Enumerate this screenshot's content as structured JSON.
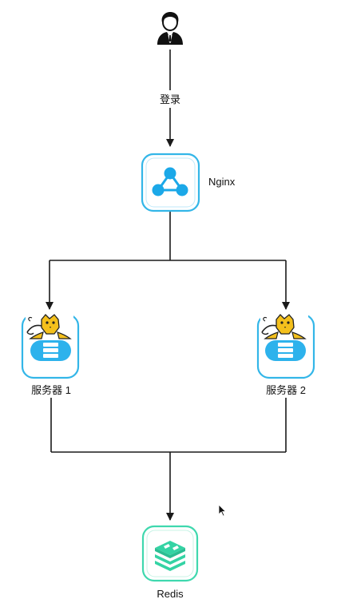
{
  "diagram": {
    "nodes": {
      "user": {
        "icon": "user-icon"
      },
      "nginx": {
        "label": "Nginx",
        "icon": "nginx-share-icon"
      },
      "server1": {
        "label": "服务器 1",
        "icon": "tomcat-server-icon"
      },
      "server2": {
        "label": "服务器 2",
        "icon": "tomcat-server-icon"
      },
      "redis": {
        "label": "Redis",
        "icon": "redis-stack-icon"
      }
    },
    "edges": [
      {
        "from": "user",
        "to": "nginx",
        "label": "登录"
      },
      {
        "from": "nginx",
        "to": "server1",
        "label": ""
      },
      {
        "from": "nginx",
        "to": "server2",
        "label": ""
      },
      {
        "from": "server1",
        "to": "redis",
        "label": ""
      },
      {
        "from": "server2",
        "to": "redis",
        "label": ""
      }
    ]
  },
  "colors": {
    "line": "#1a1a1a",
    "nginx_border": "#33b6e8",
    "nginx_fill": "#1ba8e8",
    "server_border": "#33b6e8",
    "server_fill": "#2db2ec",
    "redis_border": "#3fd8ae",
    "redis_fill": "#34d3a4",
    "tomcat_yellow": "#f4c01c",
    "user": "#111111"
  }
}
